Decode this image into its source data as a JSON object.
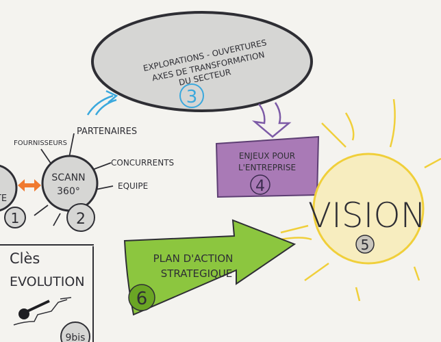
{
  "exploration": {
    "line1": "EXPLORATIONS - OUVERTURES",
    "line2": "AXES DE TRANSFORMATION",
    "line3": "DU SECTEUR",
    "number": "3"
  },
  "enjeux": {
    "line1": "ENJEUX POUR",
    "line2": "L'ENTREPRISE",
    "number": "4"
  },
  "vision": {
    "label": "VISION",
    "number": "5"
  },
  "plan": {
    "line1": "PLAN D'ACTION",
    "line2": "STRATEGIQUE",
    "number": "6"
  },
  "scan": {
    "line1": "SCANN",
    "line2": "360°",
    "number": "2",
    "spokes": {
      "fournisseurs": "FOURNISSEURS",
      "partenaires": "PARTENAIRES",
      "concurrents": "CONCURRENTS",
      "equipe": "EQUIPE"
    }
  },
  "left_node": {
    "label": "TE",
    "number": "1"
  },
  "cles": {
    "line1": "Clès",
    "line2": "EVOLUTION",
    "number": "9bis"
  },
  "colors": {
    "exploration": "#d6d6d4",
    "enjeux": "#a97ab6",
    "vision_fill": "#f7edbf",
    "vision_stroke": "#f0cf3a",
    "plan": "#8cc63f",
    "plan_dark": "#6aa524",
    "arrow_orange": "#f07a30",
    "arrow_blue": "#3aa8dd",
    "arrow_purple": "#7c5aa6"
  }
}
